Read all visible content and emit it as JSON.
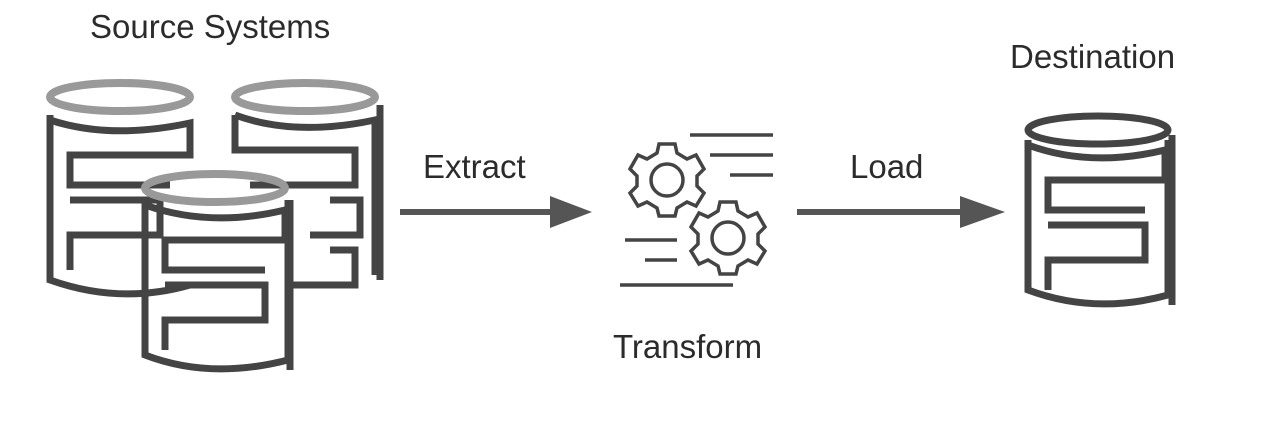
{
  "diagram": {
    "source_label": "Source Systems",
    "extract_label": "Extract",
    "transform_label": "Transform",
    "load_label": "Load",
    "destination_label": "Destination"
  },
  "colors": {
    "stroke": "#444444",
    "rim": "#999999",
    "text": "#2b2b2b"
  },
  "icons": {
    "source": "database-stack-icon",
    "transform": "gears-icon",
    "destination": "database-icon"
  }
}
